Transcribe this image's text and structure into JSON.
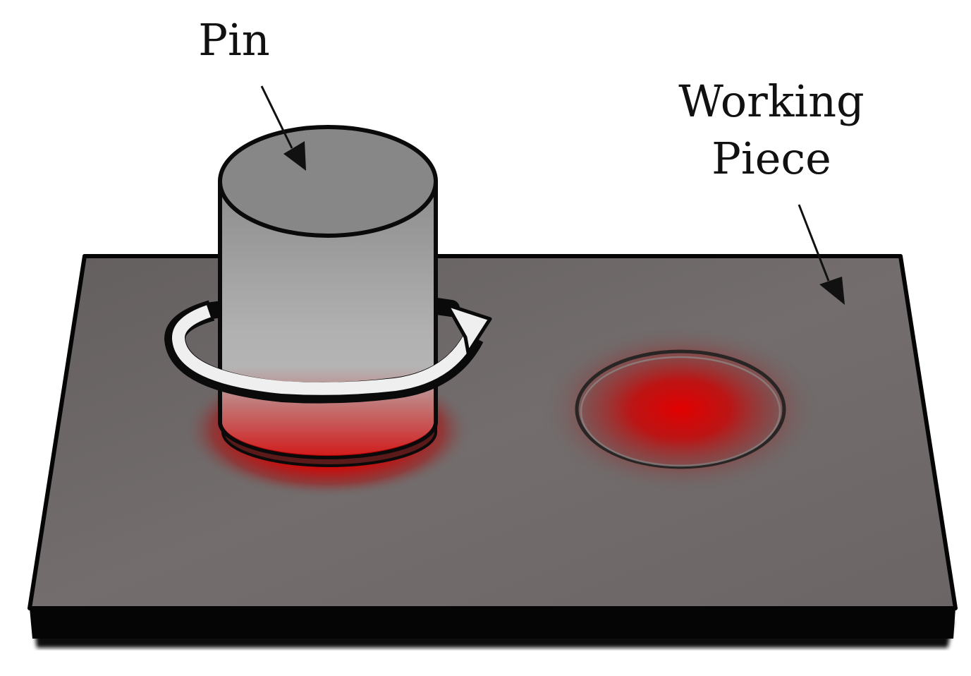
{
  "labels": {
    "pin": "Pin",
    "working_piece_line1": "Working",
    "working_piece_line2": "Piece"
  },
  "colors": {
    "plate_top": "#6e6969",
    "plate_edge": "#050505",
    "pin_side_light": "#b8b8b8",
    "pin_side_dark": "#8a8a8a",
    "pin_top": "#878787",
    "heat": "#e00000",
    "rotation_arrow": "#efefef",
    "outline": "#0a0a0a"
  },
  "icons": {
    "rotation": "rotation-arrow-icon",
    "pointer": "arrow-pointer-icon"
  }
}
